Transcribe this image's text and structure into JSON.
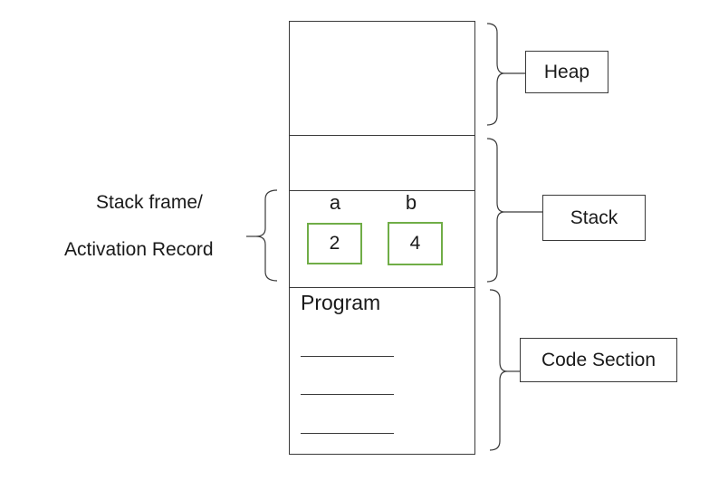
{
  "memory_layout": {
    "frame": {
      "variables": [
        {
          "name": "a",
          "value": "2"
        },
        {
          "name": "b",
          "value": "4"
        }
      ]
    },
    "code": {
      "title": "Program"
    }
  },
  "labels": {
    "heap": "Heap",
    "stack": "Stack",
    "code_section": "Code Section"
  },
  "stack_frame_caption": {
    "line1": "Stack frame/",
    "line2": "Activation Record"
  },
  "colors": {
    "variable_box_border": "#70ad47",
    "outline": "#3a3a3a"
  }
}
